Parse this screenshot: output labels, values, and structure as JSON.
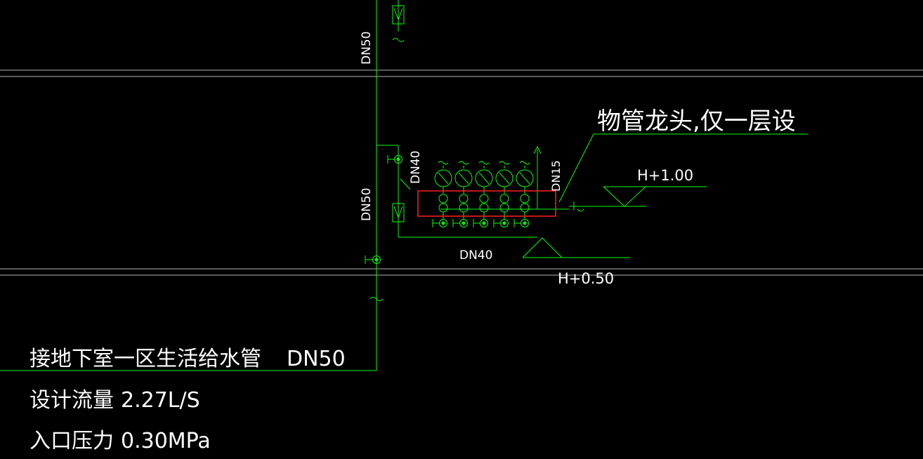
{
  "colors": {
    "background": "#000000",
    "pipe": "#00ff00",
    "text": "#ffffff",
    "gridline": "#b4b4b4",
    "highlight": "#ff2020"
  },
  "labels": {
    "riser_top_size": "DN50",
    "riser_mid_size": "DN50",
    "branch_vertical_size": "DN40",
    "header_size": "DN40",
    "meter_branch_size": "DN15",
    "faucet_note": "物管龙头,仅一层设",
    "elevation_upper": "H+1.00",
    "elevation_lower": "H+0.50"
  },
  "notes": {
    "line1_text": "接地下室一区生活给水管",
    "line1_size": "DN50",
    "line2_label": "设计流量",
    "line2_value": "2.27L/S",
    "line3_label": "入口压力",
    "line3_value": "0.30MPa"
  },
  "meters": {
    "count": 5
  }
}
